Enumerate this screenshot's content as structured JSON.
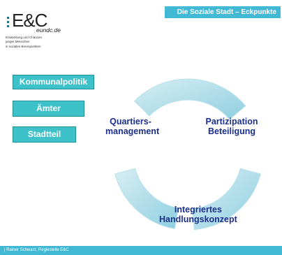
{
  "header": {
    "title": "Die Soziale Stadt – Eckpunkte"
  },
  "logo": {
    "main": "E&C",
    "url": "eundc.de",
    "tagline": [
      "Entwicklung und Chancen",
      "junger Menschen",
      "in sozialen Brennpunkten"
    ]
  },
  "boxes": [
    {
      "label": "Kommunalpolitik"
    },
    {
      "label": "Ämter"
    },
    {
      "label": "Stadtteil"
    }
  ],
  "cycle": {
    "segments": [
      {
        "line1": "Quartiers-",
        "line2": "management"
      },
      {
        "line1": "Partizipation",
        "line2": "Beteiligung"
      },
      {
        "line1": "Integriertes",
        "line2": "Handlungskonzept"
      }
    ]
  },
  "footer": {
    "text": "| Rainer Schwarz, Regiestelle E&C"
  },
  "colors": {
    "accent": "#41b8d4",
    "box_fill": "#3ec2c9",
    "label_text": "#1c2f8c",
    "arc_fill": "#a9dbe8"
  }
}
